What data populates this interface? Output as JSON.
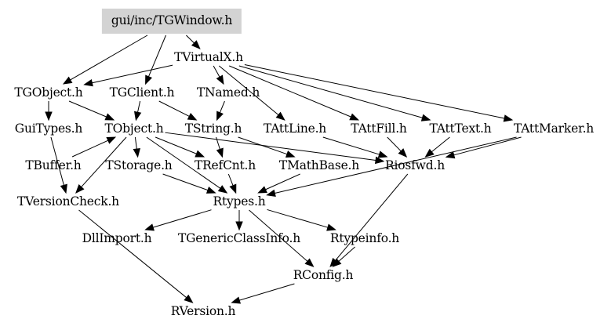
{
  "diagram": {
    "type": "include-dependency-graph",
    "root": "gui/inc/TGWindow.h",
    "nodes": [
      {
        "id": "TGWindow",
        "label": "gui/inc/TGWindow.h",
        "root": true
      },
      {
        "id": "TVirtualX",
        "label": "TVirtualX.h"
      },
      {
        "id": "TGObject",
        "label": "TGObject.h"
      },
      {
        "id": "TGClient",
        "label": "TGClient.h"
      },
      {
        "id": "TNamed",
        "label": "TNamed.h"
      },
      {
        "id": "GuiTypes",
        "label": "GuiTypes.h"
      },
      {
        "id": "TObject",
        "label": "TObject.h"
      },
      {
        "id": "TString",
        "label": "TString.h"
      },
      {
        "id": "TAttLine",
        "label": "TAttLine.h"
      },
      {
        "id": "TAttFill",
        "label": "TAttFill.h"
      },
      {
        "id": "TAttText",
        "label": "TAttText.h"
      },
      {
        "id": "TAttMarker",
        "label": "TAttMarker.h"
      },
      {
        "id": "TBuffer",
        "label": "TBuffer.h"
      },
      {
        "id": "TStorage",
        "label": "TStorage.h"
      },
      {
        "id": "TRefCnt",
        "label": "TRefCnt.h"
      },
      {
        "id": "TMathBase",
        "label": "TMathBase.h"
      },
      {
        "id": "Riosfwd",
        "label": "Riosfwd.h"
      },
      {
        "id": "TVersionCheck",
        "label": "TVersionCheck.h"
      },
      {
        "id": "Rtypes",
        "label": "Rtypes.h"
      },
      {
        "id": "DllImport",
        "label": "DllImport.h"
      },
      {
        "id": "TGenericClassInfo",
        "label": "TGenericClassInfo.h"
      },
      {
        "id": "Rtypeinfo",
        "label": "Rtypeinfo.h"
      },
      {
        "id": "RConfig",
        "label": "RConfig.h"
      },
      {
        "id": "RVersion",
        "label": "RVersion.h"
      }
    ],
    "edges": [
      [
        "TGWindow",
        "TVirtualX"
      ],
      [
        "TGWindow",
        "TGObject"
      ],
      [
        "TGWindow",
        "TGClient"
      ],
      [
        "TVirtualX",
        "TGObject"
      ],
      [
        "TVirtualX",
        "TNamed"
      ],
      [
        "TVirtualX",
        "TAttLine"
      ],
      [
        "TVirtualX",
        "TAttFill"
      ],
      [
        "TVirtualX",
        "TAttText"
      ],
      [
        "TVirtualX",
        "TAttMarker"
      ],
      [
        "TGObject",
        "GuiTypes"
      ],
      [
        "TGObject",
        "TObject"
      ],
      [
        "TGClient",
        "TObject"
      ],
      [
        "TGClient",
        "TString"
      ],
      [
        "TNamed",
        "TString"
      ],
      [
        "GuiTypes",
        "TVersionCheck"
      ],
      [
        "TObject",
        "TStorage"
      ],
      [
        "TObject",
        "TRefCnt"
      ],
      [
        "TObject",
        "Rtypes"
      ],
      [
        "TObject",
        "Riosfwd"
      ],
      [
        "TObject",
        "TVersionCheck"
      ],
      [
        "TString",
        "TRefCnt"
      ],
      [
        "TString",
        "TMathBase"
      ],
      [
        "TAttLine",
        "Riosfwd"
      ],
      [
        "TAttFill",
        "Riosfwd"
      ],
      [
        "TAttText",
        "Riosfwd"
      ],
      [
        "TAttMarker",
        "Riosfwd"
      ],
      [
        "TAttMarker",
        "Rtypes"
      ],
      [
        "TBuffer",
        "TObject"
      ],
      [
        "TStorage",
        "Rtypes"
      ],
      [
        "TRefCnt",
        "Rtypes"
      ],
      [
        "TMathBase",
        "Rtypes"
      ],
      [
        "Riosfwd",
        "RConfig"
      ],
      [
        "TVersionCheck",
        "RVersion"
      ],
      [
        "Rtypes",
        "DllImport"
      ],
      [
        "Rtypes",
        "TGenericClassInfo"
      ],
      [
        "Rtypes",
        "Rtypeinfo"
      ],
      [
        "Rtypes",
        "RConfig"
      ],
      [
        "Rtypeinfo",
        "RConfig"
      ],
      [
        "RConfig",
        "RVersion"
      ]
    ]
  }
}
